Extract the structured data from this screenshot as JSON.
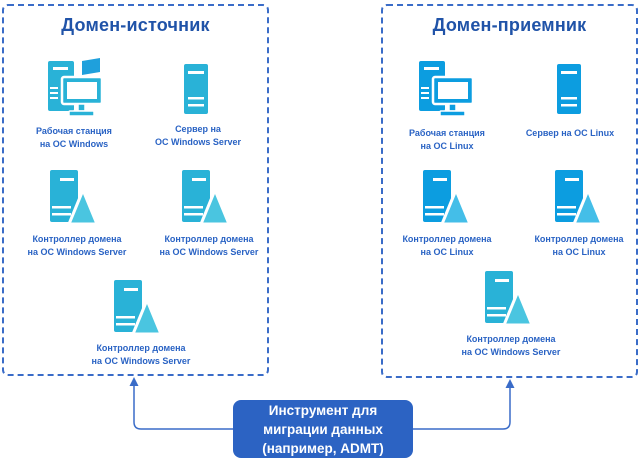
{
  "colors": {
    "border-blue": "#3A6CC8",
    "title-blue": "#2053A8",
    "label-blue": "#2A63C4",
    "win-icon": "#29B2D7",
    "win-tri": "#4AC5E0",
    "linux-icon": "#0C9DE0",
    "linux-tri": "#44BEE8",
    "flag-blue": "#1FA0DC",
    "tool-bg": "#2C63C3",
    "tool-text": "#FFFFFF",
    "connector": "#3A6CC8"
  },
  "source_domain": {
    "title": "Домен-источник",
    "nodes": [
      {
        "type": "workstation",
        "os": "windows",
        "lines": [
          "Рабочая станция",
          "на ОС Windows"
        ]
      },
      {
        "type": "server",
        "os": "windows",
        "lines": [
          "Сервер на",
          "ОС Windows Server"
        ]
      },
      {
        "type": "domain-controller",
        "os": "windows",
        "lines": [
          "Контроллер домена",
          "на ОС Windows Server"
        ]
      },
      {
        "type": "domain-controller",
        "os": "windows",
        "lines": [
          "Контроллер домена",
          "на ОС Windows Server"
        ]
      },
      {
        "type": "domain-controller",
        "os": "windows",
        "lines": [
          "Контроллер домена",
          "на ОС Windows Server"
        ]
      }
    ]
  },
  "target_domain": {
    "title": "Домен-приемник",
    "nodes": [
      {
        "type": "workstation",
        "os": "linux",
        "lines": [
          "Рабочая станция",
          "на ОС Linux"
        ]
      },
      {
        "type": "server",
        "os": "linux",
        "lines": [
          "Сервер на ОС Linux"
        ]
      },
      {
        "type": "domain-controller",
        "os": "linux",
        "lines": [
          "Контроллер домена",
          "на ОС Linux"
        ]
      },
      {
        "type": "domain-controller",
        "os": "linux",
        "lines": [
          "Контроллер домена",
          "на ОС Linux"
        ]
      },
      {
        "type": "domain-controller",
        "os": "windows",
        "lines": [
          "Контроллер домена",
          "на ОС Windows Server"
        ]
      }
    ]
  },
  "migration_tool": {
    "lines": [
      "Инструмент для",
      "миграции данных",
      "(например, ADMT)"
    ]
  }
}
